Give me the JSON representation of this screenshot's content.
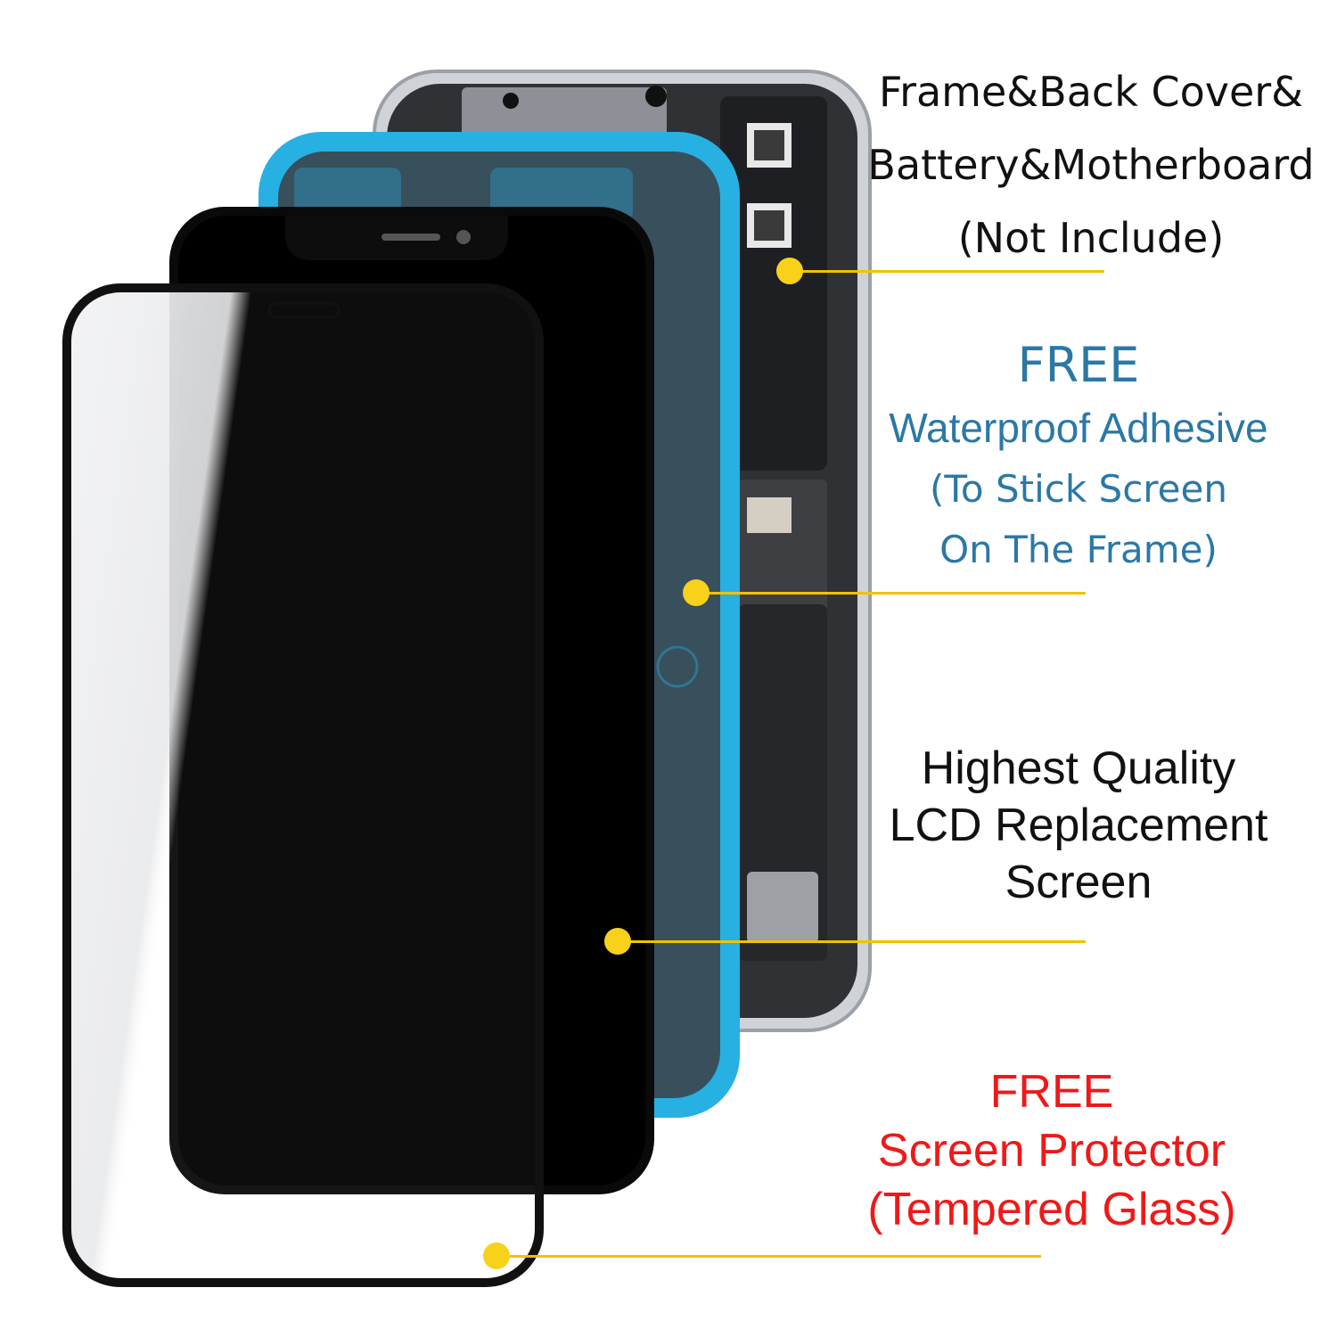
{
  "colors": {
    "accent_blue": "#2b78a6",
    "accent_red": "#f01818",
    "callout_yellow": "#f2c200",
    "adhesive_cyan": "#27b0e2",
    "text_black": "#111111"
  },
  "labels": {
    "frame": {
      "line1": "Frame&Back Cover&",
      "line2": "Battery&Motherboard",
      "line3": "(Not Include)"
    },
    "adhesive": {
      "free": "FREE",
      "title": "Waterproof Adhesive",
      "line1": "(To Stick Screen",
      "line2": "On The Frame)"
    },
    "lcd": {
      "line1": "Highest Quality",
      "line2": "LCD Replacement",
      "line3": "Screen"
    },
    "protector": {
      "free": "FREE",
      "title": "Screen Protector",
      "line1": "(Tempered Glass)"
    }
  },
  "icons": [
    "phone-frame-motherboard-illustration",
    "waterproof-adhesive-illustration",
    "lcd-screen-illustration",
    "tempered-glass-protector-illustration"
  ]
}
